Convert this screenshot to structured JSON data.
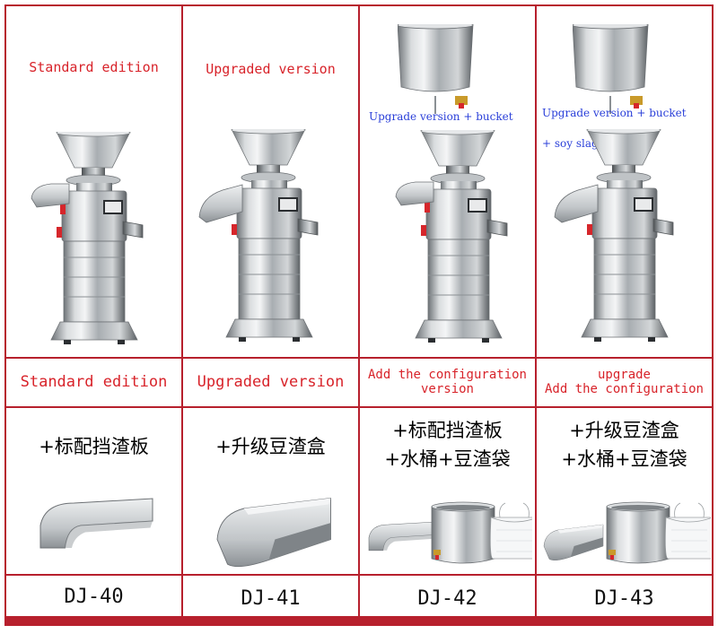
{
  "columns": [
    {
      "photo_caption": "Standard edition",
      "photo_caption_2": "",
      "header_line1": "Standard edition",
      "header_line2": "",
      "accessories_line1": "+标配挡渣板",
      "accessories_line2": "",
      "model": "DJ-40",
      "accessory_items": [
        "standard-slag-guard"
      ]
    },
    {
      "photo_caption": "Upgraded version",
      "photo_caption_2": "",
      "header_line1": "Upgraded version",
      "header_line2": "",
      "accessories_line1": "+升级豆渣盒",
      "accessories_line2": "",
      "model": "DJ-41",
      "accessory_items": [
        "upgraded-slag-box"
      ]
    },
    {
      "photo_caption": "Upgrade version + bucket",
      "photo_caption_2": "",
      "header_line1": "Add the configuration",
      "header_line2": "version",
      "accessories_line1": "+标配挡渣板",
      "accessories_line2": "+水桶+豆渣袋",
      "model": "DJ-42",
      "accessory_items": [
        "standard-slag-guard",
        "water-bucket",
        "slag-bag"
      ]
    },
    {
      "photo_caption": "Upgrade version + bucket",
      "photo_caption_2": "+ soy slag box",
      "header_line1": "upgrade",
      "header_line2": "Add the configuration",
      "accessories_line1": "+升级豆渣盒",
      "accessories_line2": "+水桶+豆渣袋",
      "model": "DJ-43",
      "accessory_items": [
        "upgraded-slag-box",
        "water-bucket",
        "slag-bag"
      ]
    }
  ],
  "colors": {
    "border": "#b7202d",
    "caption_red": "#d8232a",
    "caption_blue": "#2a3fd9",
    "steel": "#b9bdc1"
  }
}
